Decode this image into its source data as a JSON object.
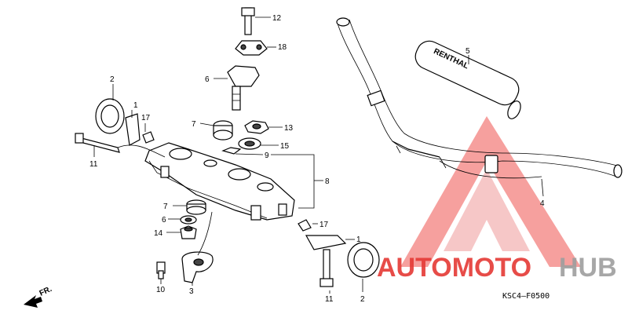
{
  "diagram_code": "KSC4–F0500",
  "front_indicator": "FR.",
  "grip_brand": "RENTHAL",
  "watermark": {
    "text_primary": "AUTOMOTO",
    "text_secondary": "HUB",
    "color_primary": "#e53935",
    "color_secondary": "#9e9e9e"
  },
  "callouts": [
    {
      "id": "c1a",
      "label": "1"
    },
    {
      "id": "c1b",
      "label": "1"
    },
    {
      "id": "c2a",
      "label": "2"
    },
    {
      "id": "c2b",
      "label": "2"
    },
    {
      "id": "c3",
      "label": "3"
    },
    {
      "id": "c4",
      "label": "4"
    },
    {
      "id": "c5",
      "label": "5"
    },
    {
      "id": "c6a",
      "label": "6"
    },
    {
      "id": "c6b",
      "label": "6"
    },
    {
      "id": "c7a",
      "label": "7"
    },
    {
      "id": "c7b",
      "label": "7"
    },
    {
      "id": "c8",
      "label": "8"
    },
    {
      "id": "c9",
      "label": "9"
    },
    {
      "id": "c10",
      "label": "10"
    },
    {
      "id": "c11a",
      "label": "11"
    },
    {
      "id": "c11b",
      "label": "11"
    },
    {
      "id": "c12",
      "label": "12"
    },
    {
      "id": "c13",
      "label": "13"
    },
    {
      "id": "c14",
      "label": "14"
    },
    {
      "id": "c15",
      "label": "15"
    },
    {
      "id": "c17a",
      "label": "17"
    },
    {
      "id": "c17b",
      "label": "17"
    },
    {
      "id": "c18",
      "label": "18"
    }
  ]
}
